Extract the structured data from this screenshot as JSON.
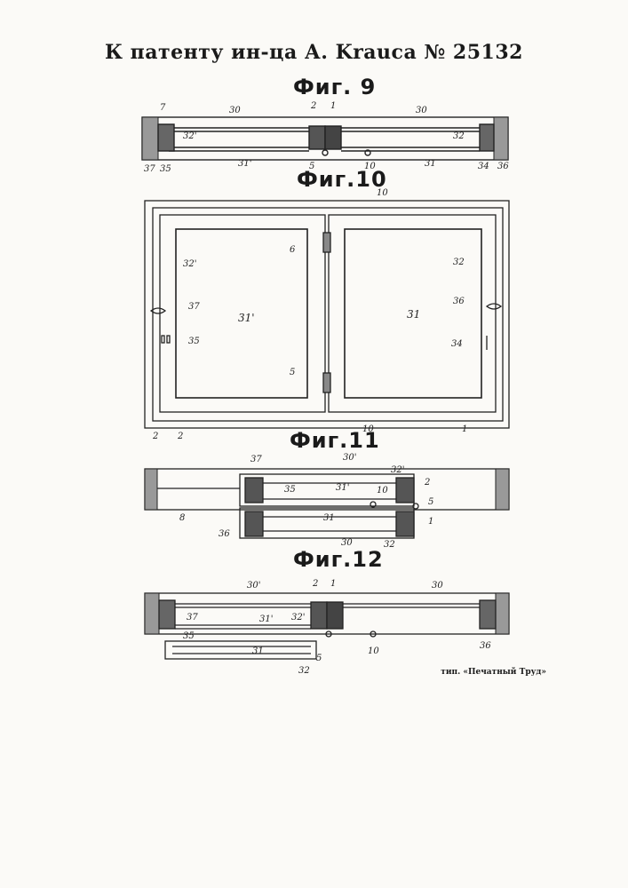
{
  "header": {
    "title": "К патенту ин-ца А. Krauca № 25132"
  },
  "figures": {
    "fig9": {
      "title": "Фиг. 9",
      "labels": {
        "l7": "7",
        "l30a": "30",
        "l30b": "30",
        "l2": "2",
        "l1": "1",
        "l32p": "32'",
        "l32": "32",
        "l37": "37",
        "l35": "35",
        "l31p": "31'",
        "l5": "5",
        "l10": "10",
        "l31": "31",
        "l34": "34",
        "l36": "36"
      }
    },
    "fig10": {
      "title": "Фиг.10",
      "labels": {
        "l10t": "10",
        "l6": "6",
        "l32p": "32'",
        "l32": "32",
        "l37": "37",
        "l31p": "31'",
        "l31": "31",
        "l36": "36",
        "l35": "35",
        "l34": "34",
        "l5": "5",
        "l2a": "2",
        "l2b": "2",
        "l10b": "10",
        "l1": "1"
      }
    },
    "fig11": {
      "title": "Фиг.11",
      "labels": {
        "l37": "37",
        "l30p": "30'",
        "l32p": "32'",
        "l2": "2",
        "l35": "35",
        "l31p": "31'",
        "l10": "10",
        "l5": "5",
        "l8": "8",
        "l31": "31",
        "l1": "1",
        "l36": "36",
        "l30": "30",
        "l32": "32"
      }
    },
    "fig12": {
      "title": "Фиг.12",
      "labels": {
        "l30p": "30'",
        "l2": "2",
        "l1": "1",
        "l30": "30",
        "l37": "37",
        "l31p": "31'",
        "l32p": "32'",
        "l35": "35",
        "l31": "31",
        "l5": "5",
        "l10": "10",
        "l36": "36",
        "l32": "32"
      }
    }
  },
  "printer": "тип. «Печатный Труд»"
}
